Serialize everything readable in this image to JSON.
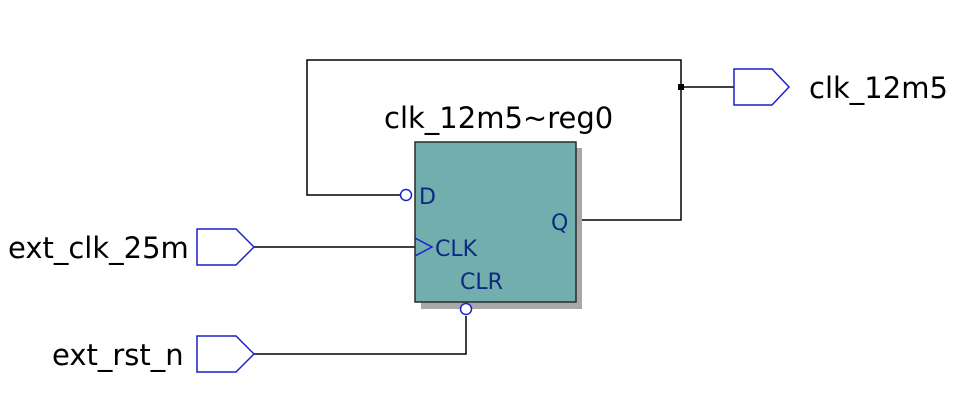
{
  "schematic": {
    "register": {
      "name": "clk_12m5~reg0",
      "pins": {
        "d": "D",
        "clk": "CLK",
        "clr": "CLR",
        "q": "Q"
      }
    },
    "inputs": [
      {
        "name": "ext_clk_25m"
      },
      {
        "name": "ext_rst_n"
      }
    ],
    "outputs": [
      {
        "name": "clk_12m5"
      }
    ],
    "colors": {
      "wire": "#000000",
      "port_outline": "#1a22c8",
      "register_fill": "#73aeae",
      "register_border": "#2a2a2a",
      "register_shadow": "#a8a8a8",
      "pin_label": "#0d2a80"
    }
  }
}
